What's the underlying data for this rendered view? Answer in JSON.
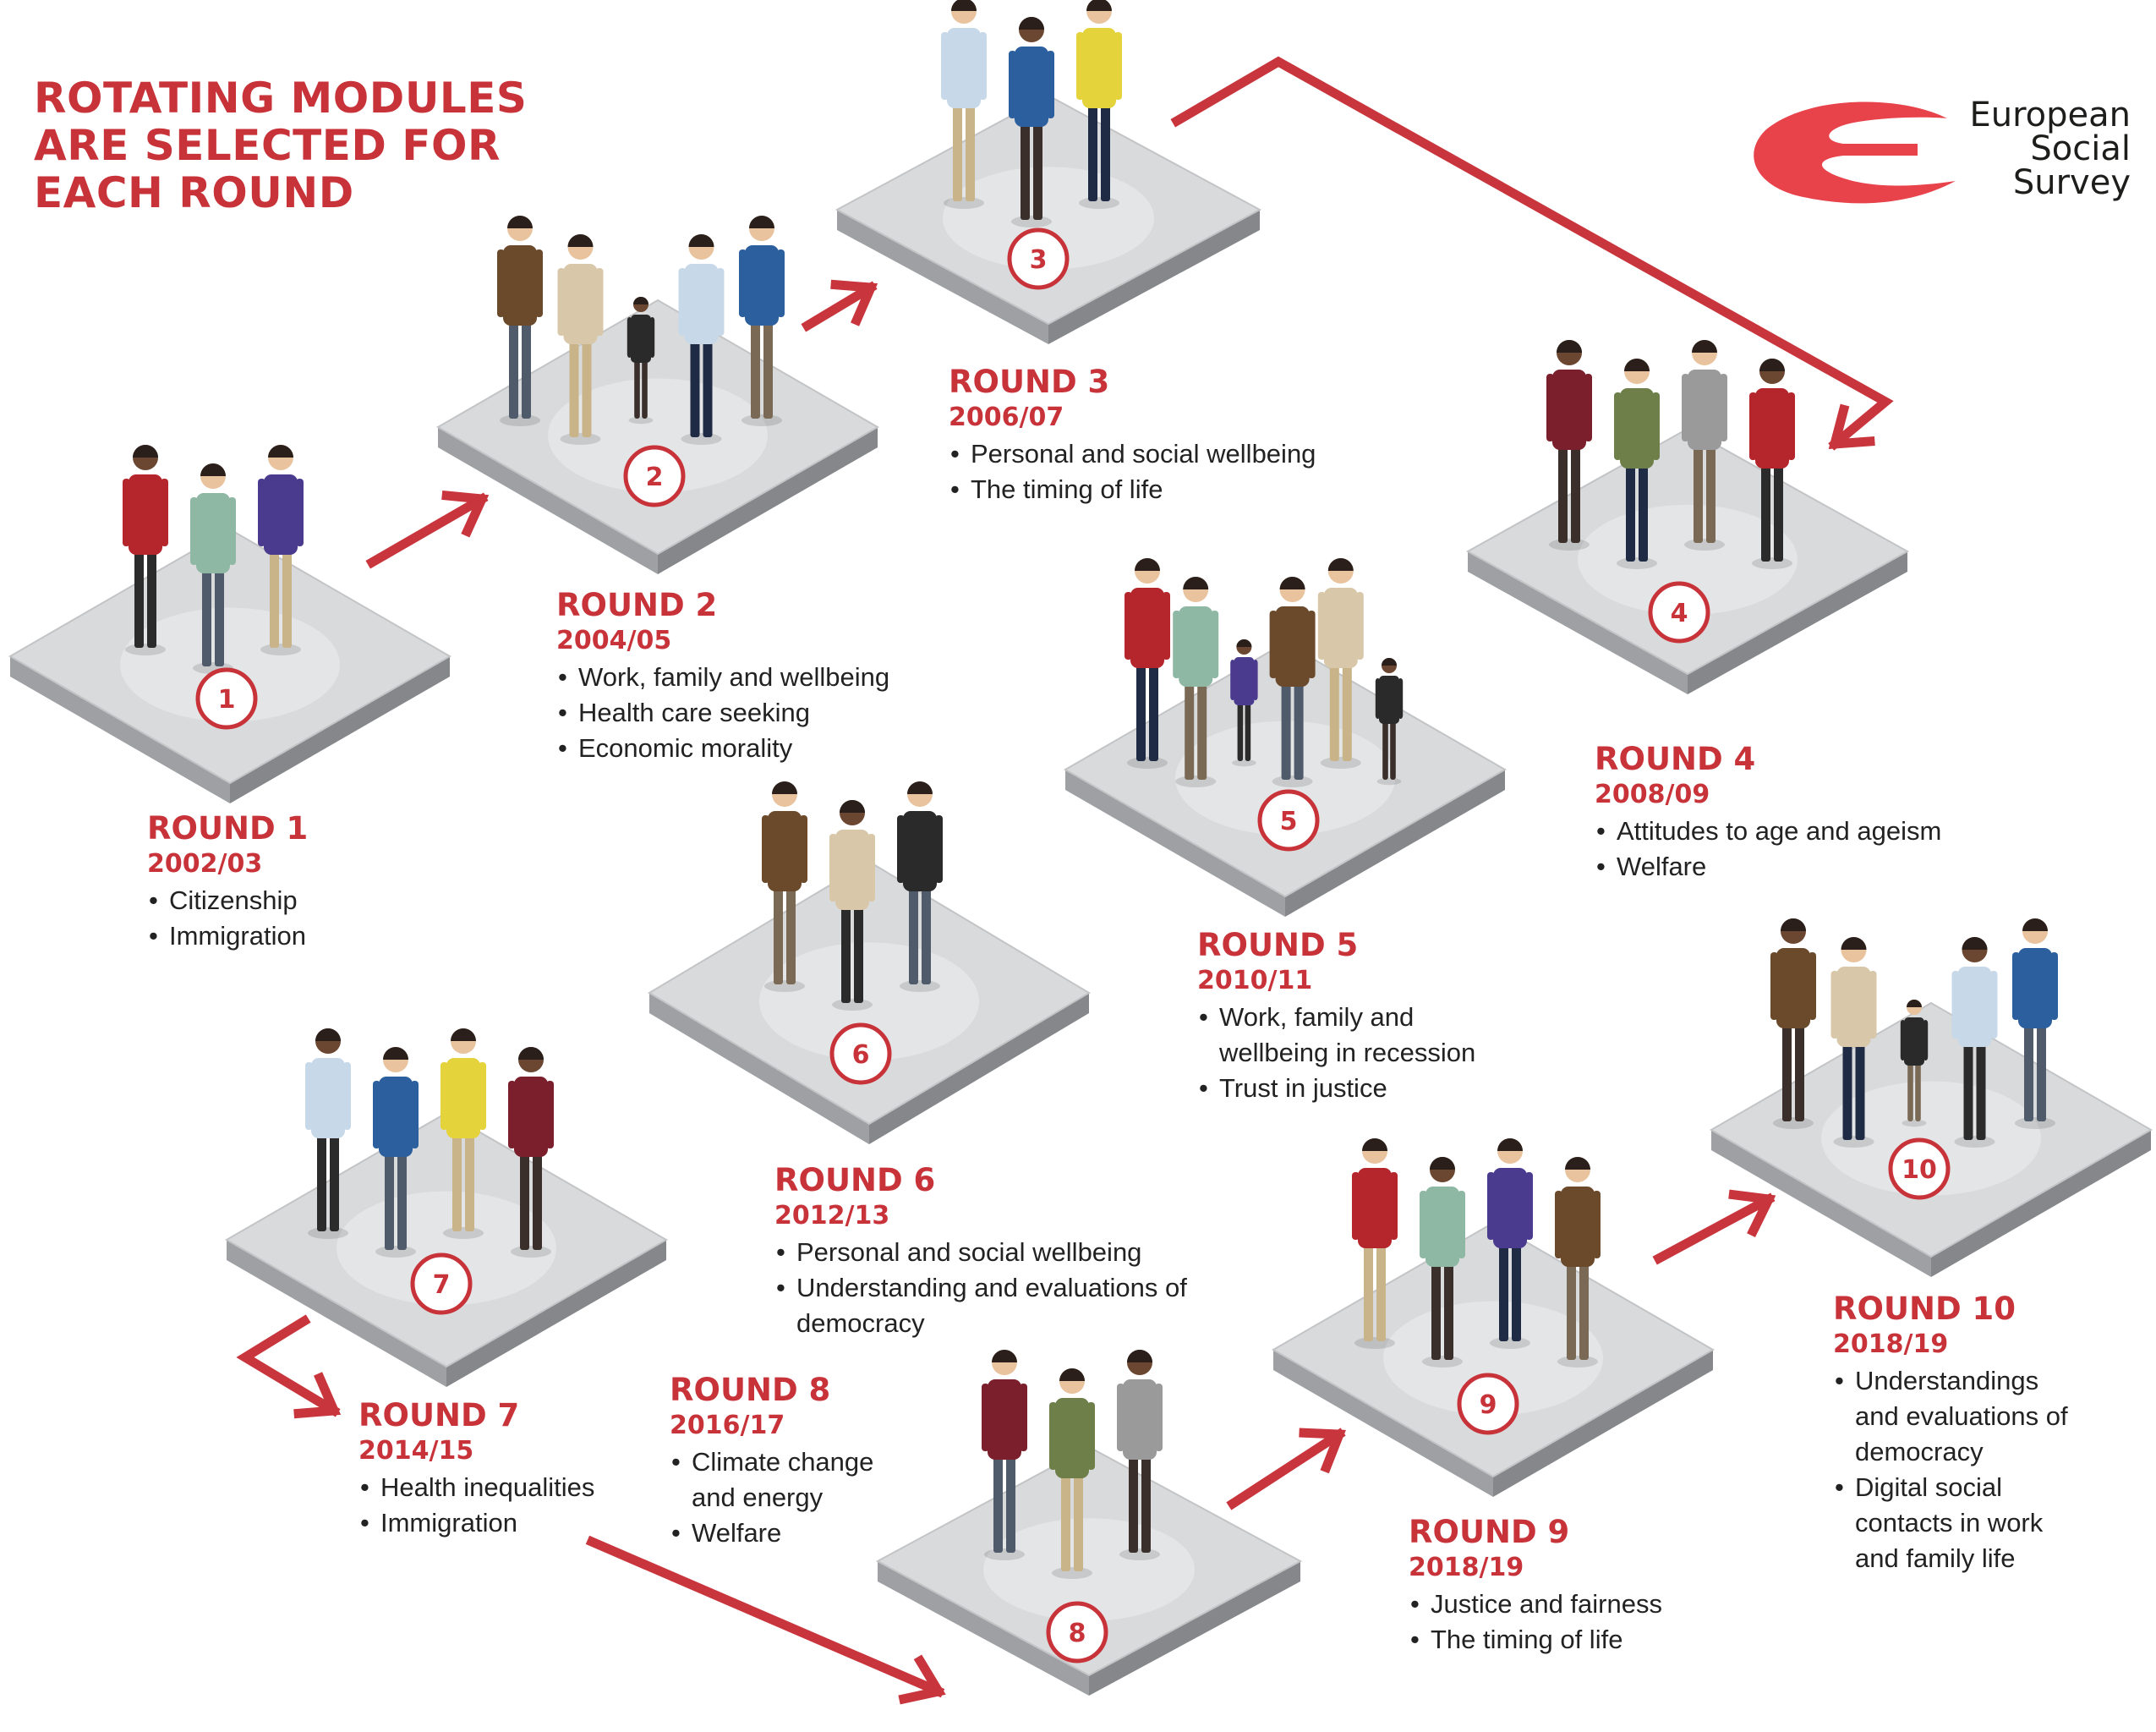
{
  "headline": {
    "line1": "ROTATING MODULES",
    "line2": "ARE SELECTED FOR",
    "line3": "EACH ROUND"
  },
  "logo": {
    "line1": "European",
    "line2": "Social",
    "line3": "Survey",
    "mark_color": "#e8434b"
  },
  "colors": {
    "accent": "#c8333a",
    "arrow": "#c9353c",
    "platform_top": "#d9dadb",
    "platform_side": "#9ea0a3",
    "badge_border": "#c8333a"
  },
  "rounds": [
    {
      "number": "1",
      "title": "ROUND 1",
      "year": "2002/03",
      "topics": [
        "Citizenship",
        "Immigration"
      ],
      "people": 3
    },
    {
      "number": "2",
      "title": "ROUND 2",
      "year": "2004/05",
      "topics": [
        "Work, family and wellbeing",
        "Health care seeking",
        "Economic morality"
      ],
      "people": 5
    },
    {
      "number": "3",
      "title": "ROUND 3",
      "year": "2006/07",
      "topics": [
        "Personal and social wellbeing",
        "The timing of life"
      ],
      "people": 3
    },
    {
      "number": "4",
      "title": "ROUND 4",
      "year": "2008/09",
      "topics": [
        "Attitudes to age and ageism",
        "Welfare"
      ],
      "people": 4
    },
    {
      "number": "5",
      "title": "ROUND 5",
      "year": "2010/11",
      "topics": [
        "Work, family and wellbeing in recession",
        "Trust in justice"
      ],
      "people": 6
    },
    {
      "number": "6",
      "title": "ROUND 6",
      "year": "2012/13",
      "topics": [
        "Personal and social wellbeing",
        "Understanding and evaluations of democracy"
      ],
      "people": 3
    },
    {
      "number": "7",
      "title": "ROUND 7",
      "year": "2014/15",
      "topics": [
        "Health inequalities",
        "Immigration"
      ],
      "people": 4
    },
    {
      "number": "8",
      "title": "ROUND 8",
      "year": "2016/17",
      "topics": [
        "Climate change and energy",
        "Welfare"
      ],
      "people": 3
    },
    {
      "number": "9",
      "title": "ROUND 9",
      "year": "2018/19",
      "topics": [
        "Justice and fairness",
        "The timing of life"
      ],
      "people": 4
    },
    {
      "number": "10",
      "title": "ROUND 10",
      "year": "2018/19",
      "topics": [
        "Understandings and evaluations of democracy",
        "Digital social contacts in work and family life"
      ],
      "people": 5
    }
  ]
}
